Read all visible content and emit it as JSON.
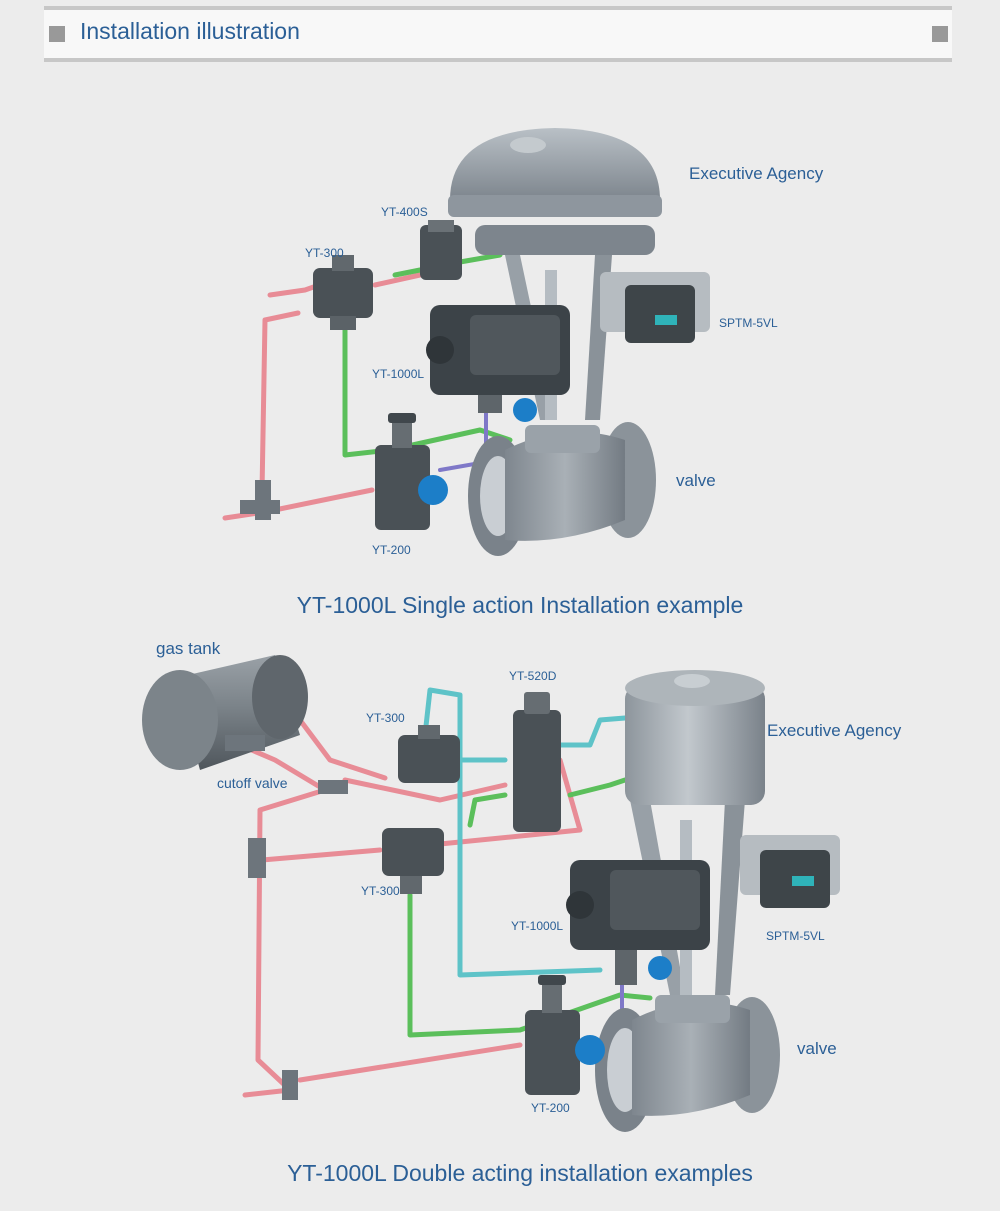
{
  "header": {
    "title": "Installation illustration"
  },
  "diagram1": {
    "labels": {
      "executive_agency": "Executive Agency",
      "yt400s": "YT-400S",
      "yt300": "YT-300",
      "sptm5vl": "SPTM-5VL",
      "yt1000l": "YT-1000L",
      "valve": "valve",
      "yt200": "YT-200"
    },
    "caption": "YT-1000L Single action Installation example"
  },
  "diagram2": {
    "labels": {
      "gas_tank": "gas tank",
      "yt520d": "YT-520D",
      "yt300_top": "YT-300",
      "executive_agency": "Executive Agency",
      "cutoff_valve": "cutoff valve",
      "yt300_bottom": "YT-300",
      "sptm5vl": "SPTM-5VL",
      "yt1000l": "YT-1000L",
      "valve": "valve",
      "yt200": "YT-200"
    },
    "caption": "YT-1000L Double acting installation examples"
  },
  "colors": {
    "supply_pipe": "#e88c96",
    "signal_pipe": "#5bbf5b",
    "aux_pipe": "#5ec3c8",
    "feedback_pipe": "#7f78c8",
    "body": "#8e969e",
    "text": "#2b5f96",
    "knob": "#1c7ec8"
  }
}
